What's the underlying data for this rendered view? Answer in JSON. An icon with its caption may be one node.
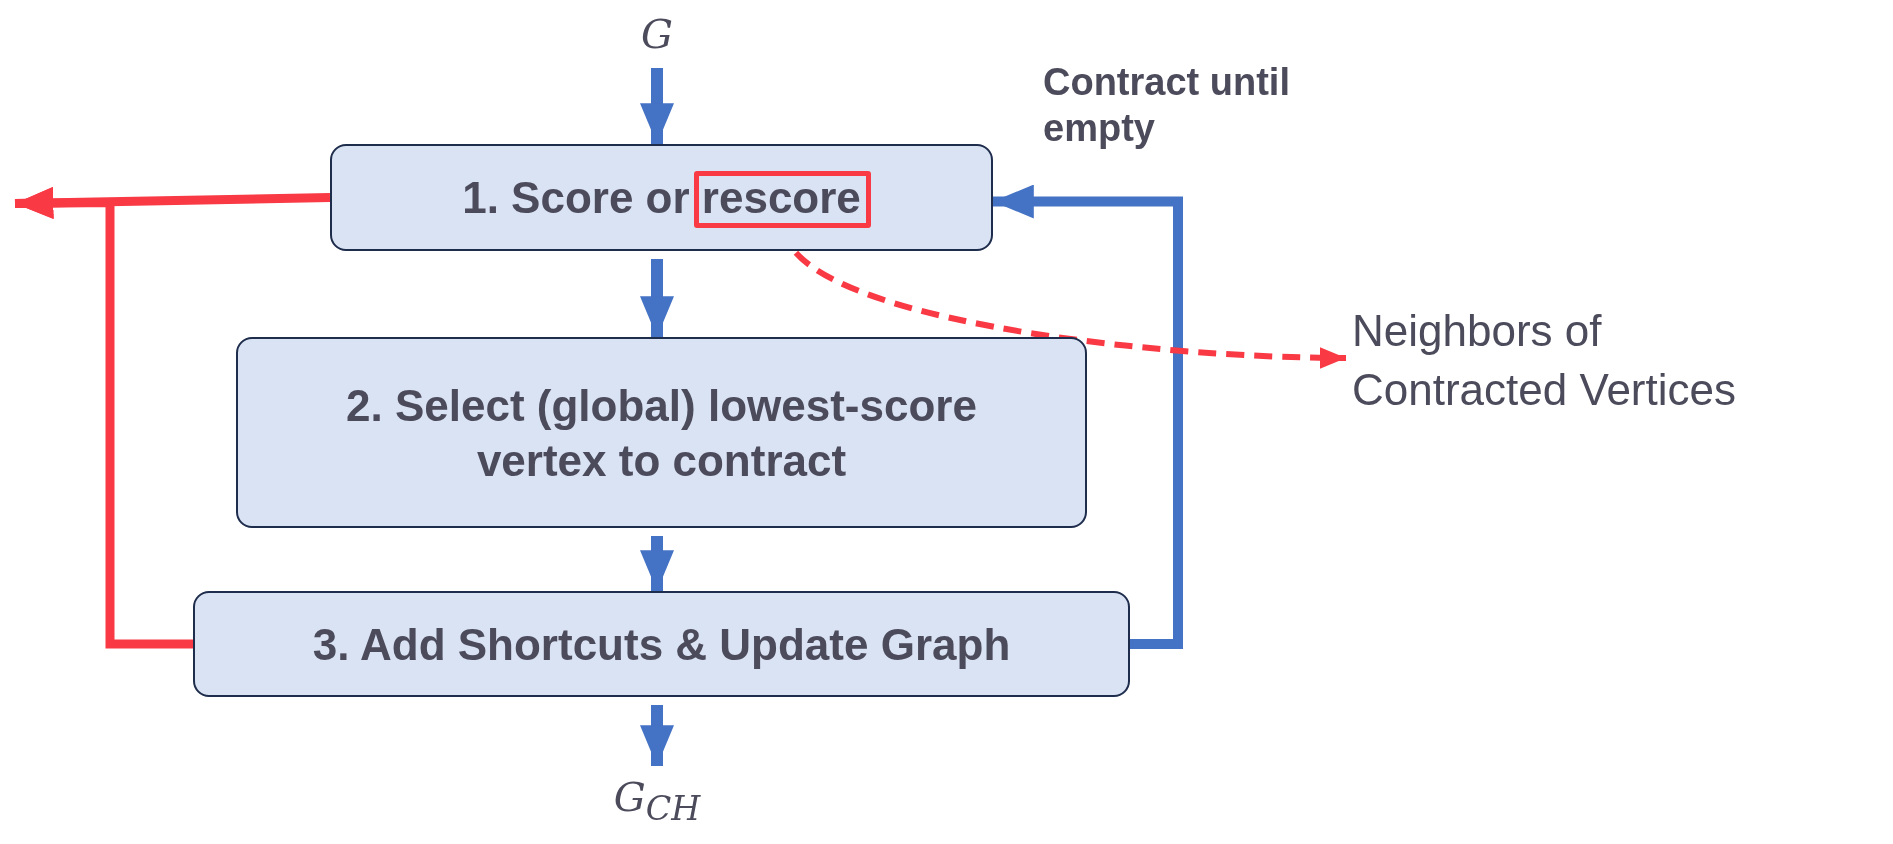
{
  "diagram": {
    "nodes": [
      {
        "text": [
          "G"
        ]
      },
      {
        "text": [
          "1. Score or rescore"
        ]
      },
      {
        "text": [],
        "shape": "box",
        "in": 1
      },
      {
        "text": [
          "2. Select (global) lowest-score vertex to contract"
        ]
      },
      {
        "text": [
          "3. Add Shortcuts & Update Graph"
        ]
      },
      {
        "text": [
          "G$_{CH}$"
        ]
      },
      {
        "text": [
          "Neighbors of Contracted Vertices"
        ]
      }
    ],
    "edges": [
      {
        "from": 0,
        "to": 1,
        "arrow": "to"
      },
      {
        "from": 1,
        "to": 3,
        "arrow": "to"
      },
      {
        "from": 3,
        "to": 4,
        "arrow": "to"
      },
      {
        "from": 4,
        "to": 5,
        "arrow": "to"
      },
      {
        "from": 4,
        "to": 1,
        "arrow": "to"
      },
      {
        "from": 1,
        "to": null,
        "arrow": "to",
        "color": "#f93a45"
      },
      {
        "from": 4,
        "to": null,
        "arrow": "to",
        "color": "#f93a45"
      },
      {
        "from": 2,
        "to": 6,
        "arrow": "to",
        "style": "dashed",
        "color": "#f93a45"
      }
    ],
    "labels": [
      "Contract until empty"
    ]
  }
}
